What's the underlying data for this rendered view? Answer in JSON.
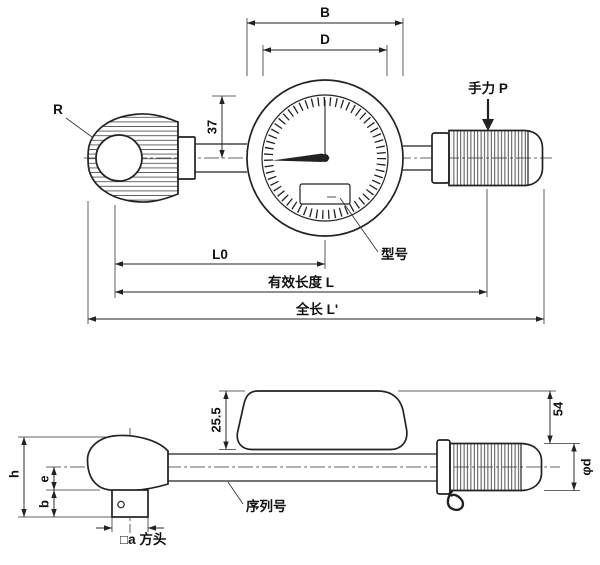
{
  "colors": {
    "line": "#222222",
    "background": "#ffffff",
    "text": "#111111"
  },
  "top_view": {
    "dim_b": "B",
    "dim_d": "D",
    "dim_37": "37",
    "label_r": "R",
    "label_hand_force": "手力 P",
    "label_model": "型号",
    "dim_l0": "L0",
    "dim_effective_length": "有效长度 L",
    "dim_total_length": "全长 L'"
  },
  "side_view": {
    "dim_25_5": "25.5",
    "dim_54": "54",
    "dim_h": "h",
    "dim_e": "e",
    "dim_b": "b",
    "dim_phi_d": "φd",
    "label_square_head": "□a 方头",
    "label_serial_number": "序列号"
  }
}
